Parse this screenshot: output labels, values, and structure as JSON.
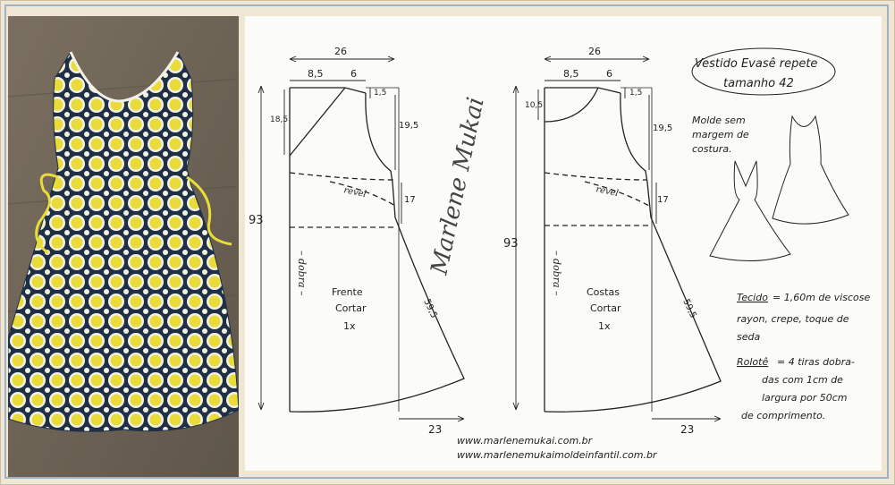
{
  "front": {
    "top_width": "26",
    "neck_width": "8,5",
    "shoulder": "6",
    "shoulder_drop": "1,5",
    "neck_depth": "18,5",
    "armhole": "19,5",
    "side": "17",
    "length": "93",
    "fold": "– dobra –",
    "facing": "revel",
    "title": "Frente",
    "cut_line1": "Cortar",
    "cut_line2": "1x",
    "seam": "59,5",
    "hem": "23"
  },
  "back": {
    "top_width": "26",
    "neck_width": "8,5",
    "shoulder": "6",
    "shoulder_drop": "1,5",
    "neck_depth": "10,5",
    "armhole": "19,5",
    "side": "17",
    "length": "93",
    "fold": "– dobra –",
    "facing": "revel",
    "title": "Costas",
    "cut_line1": "Cortar",
    "cut_line2": "1x",
    "seam": "59,5",
    "hem": "23"
  },
  "signature": "Marlene Mukai",
  "info": {
    "title_line1": "Vestido Evasê repete",
    "title_line2": "tamanho 42",
    "note_line1": "Molde sem",
    "note_line2": "margem de",
    "note_line3": "costura.",
    "fabric_label": "Tecido",
    "fabric_line1": "= 1,60m de viscose",
    "fabric_line2": "rayon, crepe, toque de",
    "fabric_line3": "seda",
    "tie_label": "Rolotê",
    "tie_line1": "= 4 tiras dobra-",
    "tie_line2": "das com 1cm de",
    "tie_line3": "largura por 50cm",
    "tie_line4": "de comprimento."
  },
  "urls": {
    "line1": "www.marlenemukai.com.br",
    "line2": "www.marlenemukaimoldeinfantil.com.br"
  },
  "colors": {
    "dress_yellow": "#e9dc3a",
    "dress_navy": "#1f2f44",
    "ink": "#222222",
    "floor": "#6f6456"
  }
}
